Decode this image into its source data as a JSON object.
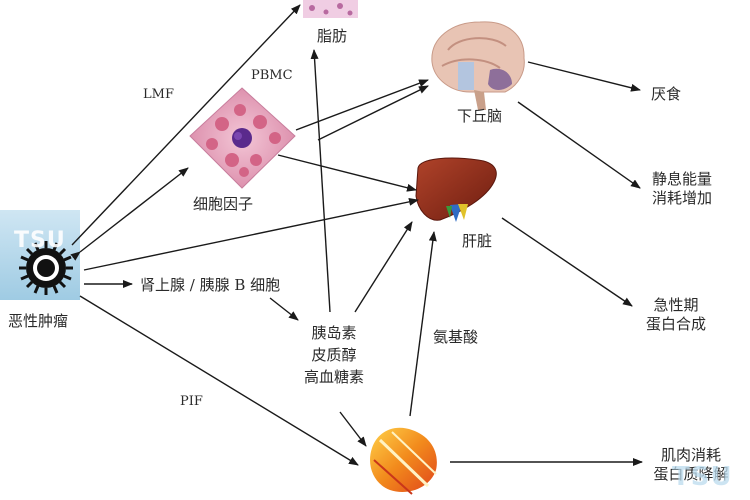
{
  "nodes": {
    "fat": "脂肪",
    "pbmc": "PBMC",
    "lmf": "LMF",
    "hypothalamus": "下丘脑",
    "anorexia": "厌食",
    "cytokines": "细胞因子",
    "resting_energy": [
      "静息能量",
      "消耗增加"
    ],
    "tumor": "恶性肿瘤",
    "liver": "肝脏",
    "adrenal": "肾上腺 / 胰腺 B 细胞",
    "hormones": [
      "胰岛素",
      "皮质醇",
      "高血糖素"
    ],
    "acute_phase": [
      "急性期",
      "蛋白合成"
    ],
    "amino_acids": "氨基酸",
    "pif": "PIF",
    "muscle_wasting": [
      "肌肉消耗",
      "蛋白质降解"
    ]
  },
  "watermark": "TSU",
  "colors": {
    "arrow": "#1a1a1a",
    "liver": "#8b2a1a",
    "brain": "#e8c4b4",
    "blood_bg": "#e9a9c4",
    "tumor": "#111111",
    "muscle": "#f5a623"
  }
}
